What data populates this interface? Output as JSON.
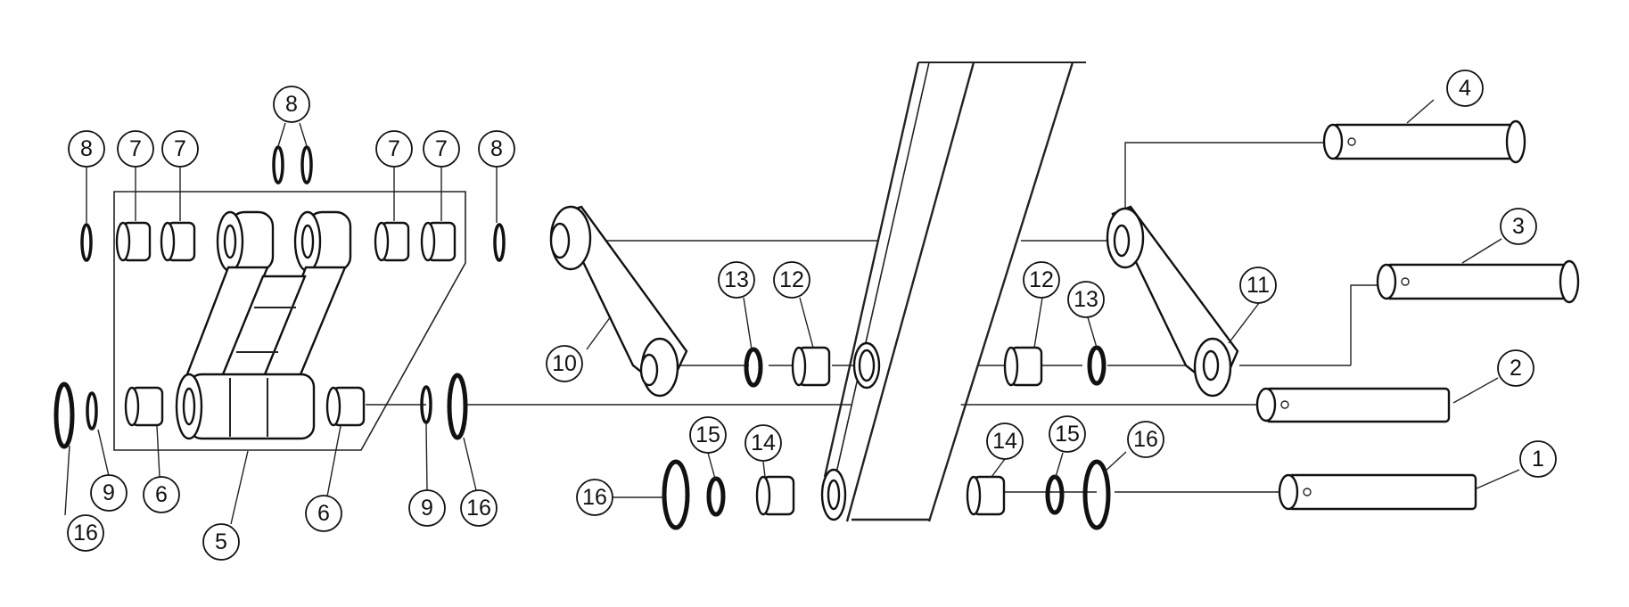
{
  "callouts": [
    "1",
    "2",
    "3",
    "4",
    "5",
    "6",
    "6",
    "7",
    "7",
    "7",
    "7",
    "8",
    "8",
    "8",
    "9",
    "9",
    "10",
    "11",
    "12",
    "12",
    "13",
    "13",
    "14",
    "14",
    "15",
    "15",
    "16",
    "16",
    "16",
    "16"
  ],
  "colors": {
    "line": "#222222",
    "background": "#ffffff"
  }
}
